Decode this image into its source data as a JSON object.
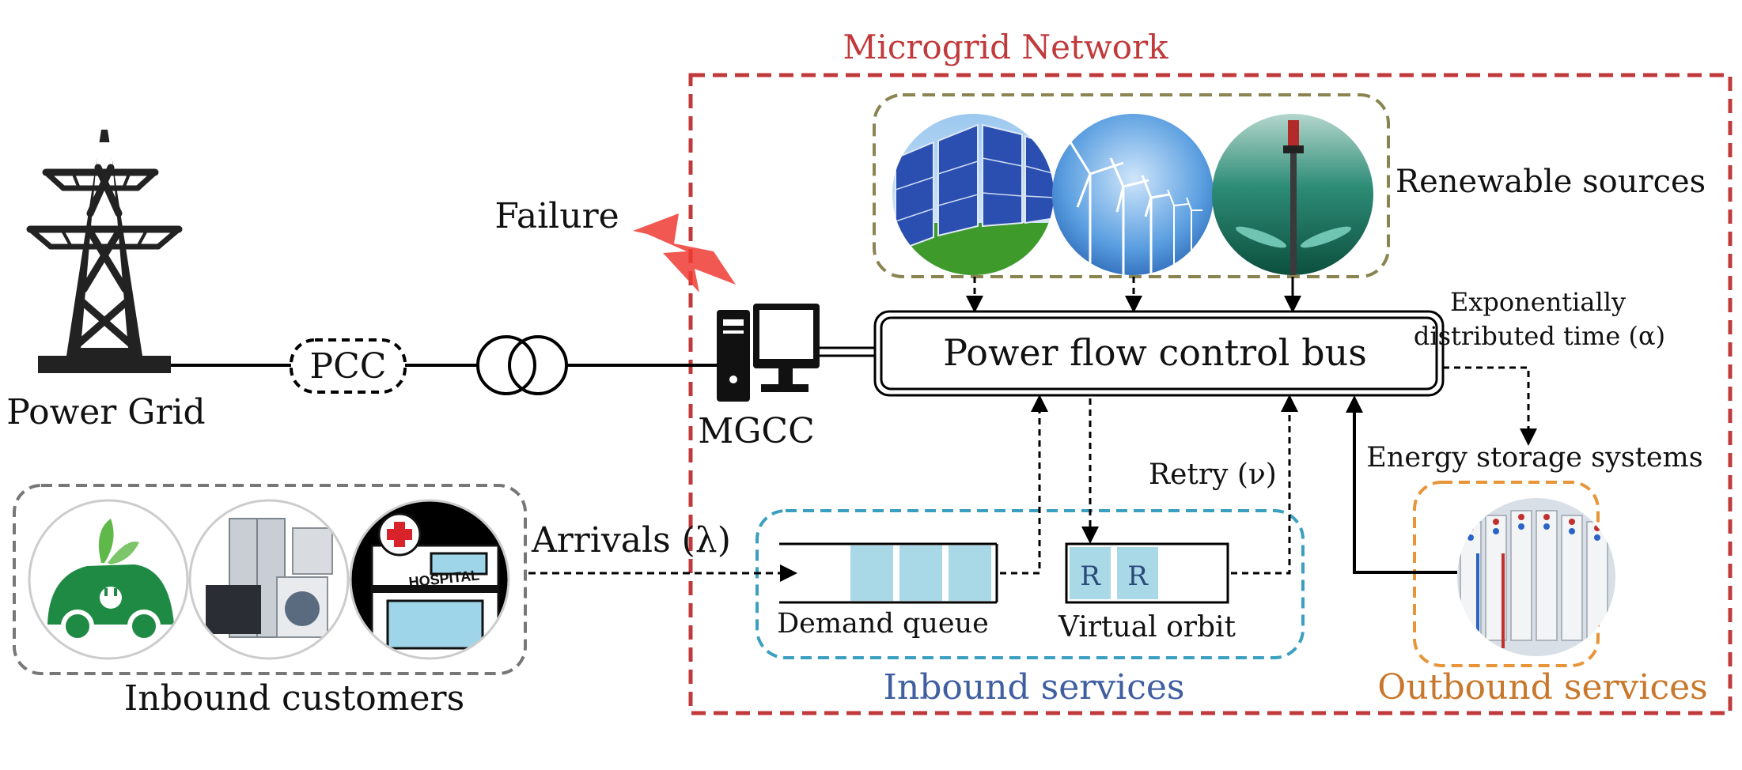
{
  "labels": {
    "microgrid_network": "Microgrid Network",
    "renewable_sources": "Renewable sources",
    "failure": "Failure",
    "power_grid": "Power Grid",
    "pcc": "PCC",
    "mgcc": "MGCC",
    "power_flow_bus": "Power flow control bus",
    "exp_line1": "Exponentially",
    "exp_line2": "distributed time (α)",
    "energy_storage": "Energy storage systems",
    "retry": "Retry (ν)",
    "arrivals": "Arrivals (λ)",
    "demand_queue": "Demand queue",
    "virtual_orbit": "Virtual orbit",
    "orbit_slot": "R",
    "inbound_services": "Inbound services",
    "outbound_services": "Outbound services",
    "inbound_customers": "Inbound customers",
    "hospital": "HOSPITAL"
  },
  "colors": {
    "microgrid_border": "#c0393b",
    "renewable_border": "#8a8450",
    "inbound_services_border": "#3b9fc0",
    "outbound_services_border": "#e8953a",
    "customers_border": "#777777",
    "queue_fill": "#a9d8e6",
    "inbound_services_text": "#3f5fa0",
    "outbound_services_text": "#c8782c",
    "failure_bolt": "#ee3b32"
  },
  "icons": {
    "tower": "transmission-tower-icon",
    "transformer": "transformer-icon",
    "computer": "computer-icon",
    "lightning": "lightning-bolt-icon",
    "solar": "solar-panel-image",
    "wind": "wind-turbine-image",
    "tidal": "tidal-turbine-image",
    "ev": "electric-car-image",
    "appliances": "appliances-image",
    "hospital": "hospital-image",
    "battery": "battery-storage-image"
  }
}
